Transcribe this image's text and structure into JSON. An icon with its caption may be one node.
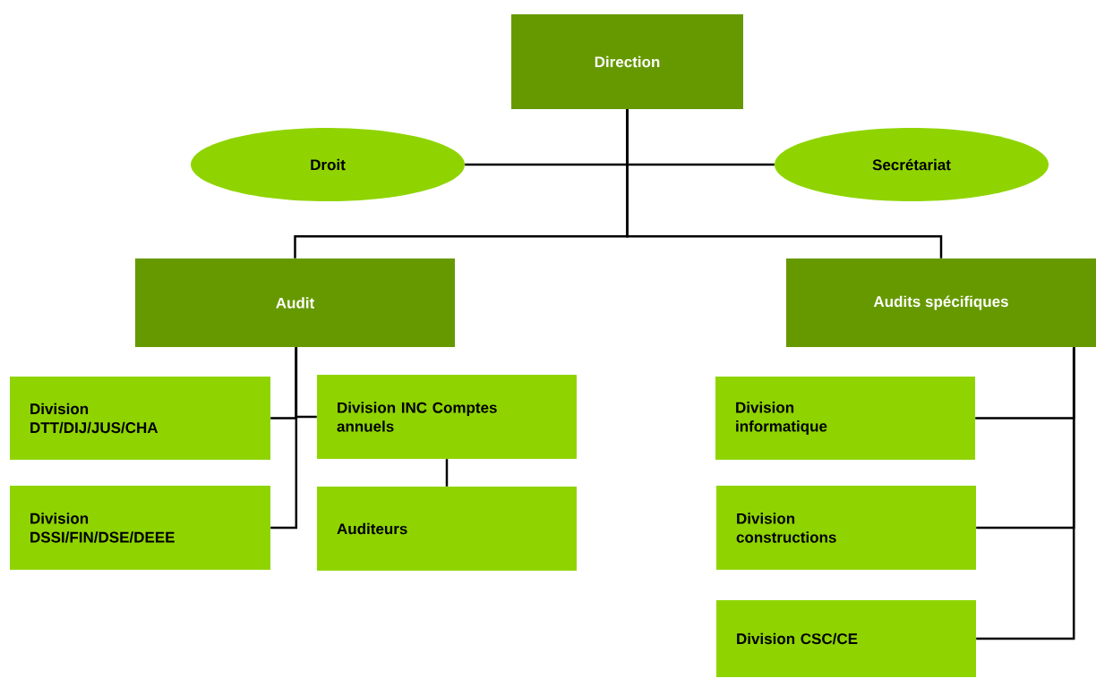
{
  "diagram": {
    "nodes": [
      {
        "text": [
          "Direction"
        ]
      },
      {
        "text": [
          "Droit"
        ]
      },
      {
        "text": [
          "Secrétariat"
        ]
      },
      {
        "text": [
          "Audit"
        ]
      },
      {
        "text": [
          "Audits spécifiques"
        ]
      },
      {
        "text": [
          "Division DTT/DIJ/JUS/CHA"
        ]
      },
      {
        "text": [
          "Division INC Comptes annuels"
        ]
      },
      {
        "text": [
          "Division DSSI/FIN/DSE/DEEE"
        ]
      },
      {
        "text": [
          "Auditeurs"
        ]
      },
      {
        "text": [
          "Division informatique"
        ]
      },
      {
        "text": [
          "Division constructions"
        ]
      },
      {
        "text": [
          "Division CSC/CE"
        ]
      }
    ],
    "edges": [
      {
        "from": 0,
        "to": 1,
        "arrow": "none"
      },
      {
        "from": 0,
        "to": 2,
        "arrow": "none"
      },
      {
        "from": 0,
        "to": 3,
        "arrow": "none"
      },
      {
        "from": 0,
        "to": 4,
        "arrow": "none"
      },
      {
        "from": 3,
        "to": 5,
        "arrow": "none"
      },
      {
        "from": 3,
        "to": 6,
        "arrow": "none"
      },
      {
        "from": 3,
        "to": 7,
        "arrow": "none"
      },
      {
        "from": 6,
        "to": 8,
        "arrow": "none"
      },
      {
        "from": 4,
        "to": 9,
        "arrow": "none"
      },
      {
        "from": 4,
        "to": 10,
        "arrow": "none"
      },
      {
        "from": 4,
        "to": 11,
        "arrow": "none"
      }
    ]
  }
}
